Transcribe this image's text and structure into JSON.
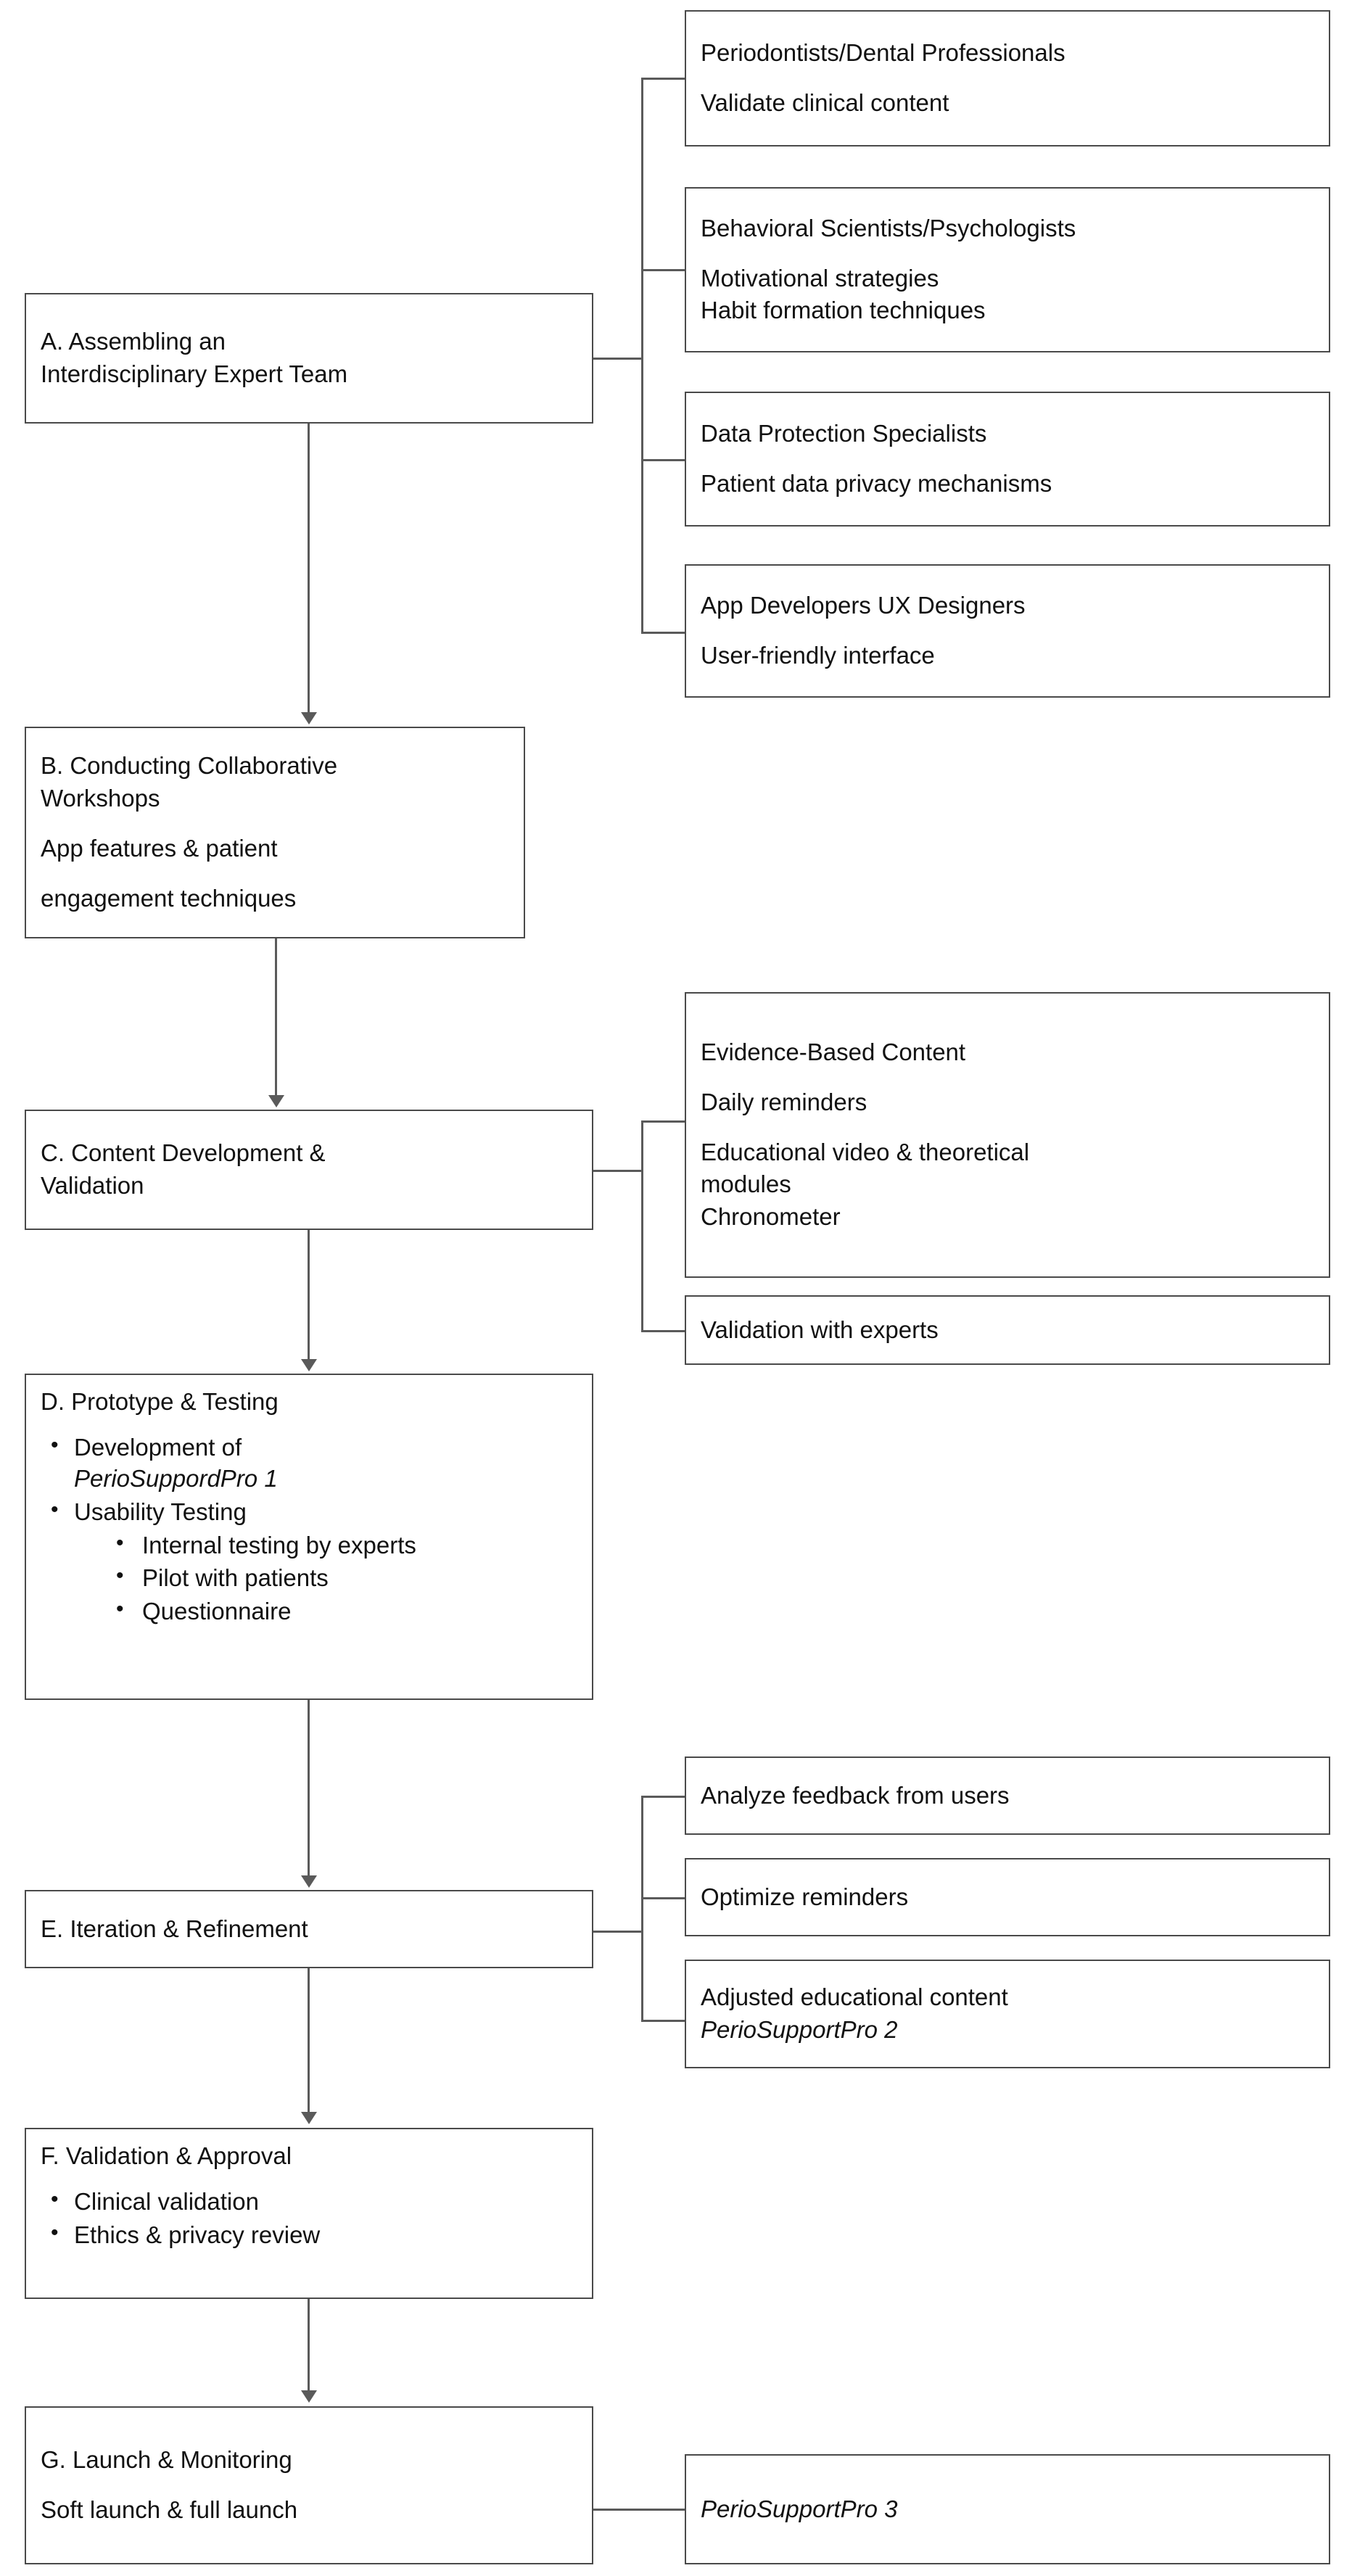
{
  "diagram": {
    "title": "PerioSupportPro app development flowchart",
    "line_color": "#5a5a5a",
    "box_border_color": "#4a4a4a",
    "background": "#ffffff"
  },
  "nodes": {
    "a": {
      "line1": "A. Assembling an",
      "line2": "Interdisciplinary Expert Team"
    },
    "a_children": [
      {
        "heading": "Periodontists/Dental Professionals",
        "detail": "Validate clinical content"
      },
      {
        "heading": "Behavioral Scientists/Psychologists",
        "detail1": "Motivational strategies",
        "detail2": "Habit formation techniques"
      },
      {
        "heading": "Data Protection Specialists",
        "detail": "Patient data privacy mechanisms"
      },
      {
        "heading": "App Developers UX Designers",
        "detail": "User-friendly interface"
      }
    ],
    "b": {
      "line1": "B. Conducting Collaborative",
      "line2": "Workshops",
      "detail1": "App features & patient",
      "detail2": "engagement techniques"
    },
    "c": {
      "line1": "C. Content Development &",
      "line2": "Validation"
    },
    "c_children": [
      {
        "heading": "Evidence-Based Content",
        "detail1": "Daily reminders",
        "detail2": "Educational video & theoretical",
        "detail3": "modules",
        "detail4": "Chronometer"
      },
      {
        "heading": "Validation with experts"
      }
    ],
    "d": {
      "heading": "D. Prototype & Testing",
      "bullets": [
        {
          "text_line1": "Development of",
          "text_line2_italic": "PerioSuppordPro 1"
        },
        {
          "text": "Usability Testing",
          "subbullets": [
            "Internal testing by experts",
            "Pilot with patients",
            "Questionnaire"
          ]
        }
      ]
    },
    "e": {
      "heading": "E. Iteration & Refinement"
    },
    "e_children": [
      {
        "heading": "Analyze feedback from users"
      },
      {
        "heading": "Optimize reminders"
      },
      {
        "heading": "Adjusted educational content",
        "detail_italic": "PerioSupportPro 2"
      }
    ],
    "f": {
      "heading": "F. Validation & Approval",
      "bullets": [
        "Clinical validation",
        "Ethics & privacy review"
      ]
    },
    "g": {
      "heading": "G. Launch & Monitoring",
      "detail": "Soft launch & full launch"
    },
    "g_child": {
      "label_italic": "PerioSupportPro 3"
    }
  }
}
